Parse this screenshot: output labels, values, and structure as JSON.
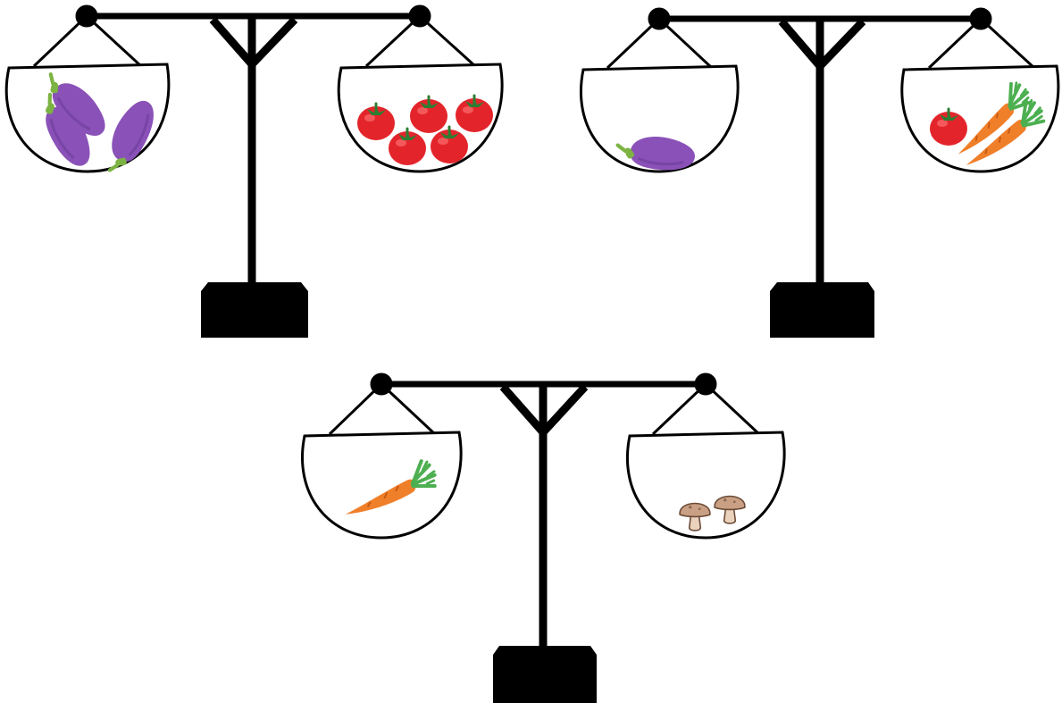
{
  "colors": {
    "frame": "#000000",
    "background": "#ffffff",
    "eggplant": "#8a52b8",
    "eggplant_dark": "#6d3d99",
    "eggplant_cap": "#7cb342",
    "tomato": "#e3252b",
    "tomato_leaf": "#2e7d32",
    "carrot": "#f07f2a",
    "carrot_leaf": "#4caf50",
    "mushroom_cap": "#c9a083",
    "mushroom_stem": "#ead2bd",
    "mushroom_outline": "#6b4a36"
  },
  "scales": [
    {
      "id": "scale-1",
      "left_pan": {
        "item": "eggplant",
        "icon": "eggplant-icon",
        "count": 3
      },
      "right_pan": {
        "item": "tomato",
        "icon": "tomato-icon",
        "count": 5
      }
    },
    {
      "id": "scale-2",
      "left_pan": {
        "item": "eggplant",
        "icon": "eggplant-icon",
        "count": 1
      },
      "right_pan": {
        "items": [
          {
            "item": "tomato",
            "icon": "tomato-icon",
            "count": 1
          },
          {
            "item": "carrot",
            "icon": "carrot-icon",
            "count": 2
          }
        ]
      }
    },
    {
      "id": "scale-3",
      "left_pan": {
        "item": "carrot",
        "icon": "carrot-icon",
        "count": 1
      },
      "right_pan": {
        "item": "mushroom",
        "icon": "mushroom-icon",
        "count": 2
      }
    }
  ]
}
